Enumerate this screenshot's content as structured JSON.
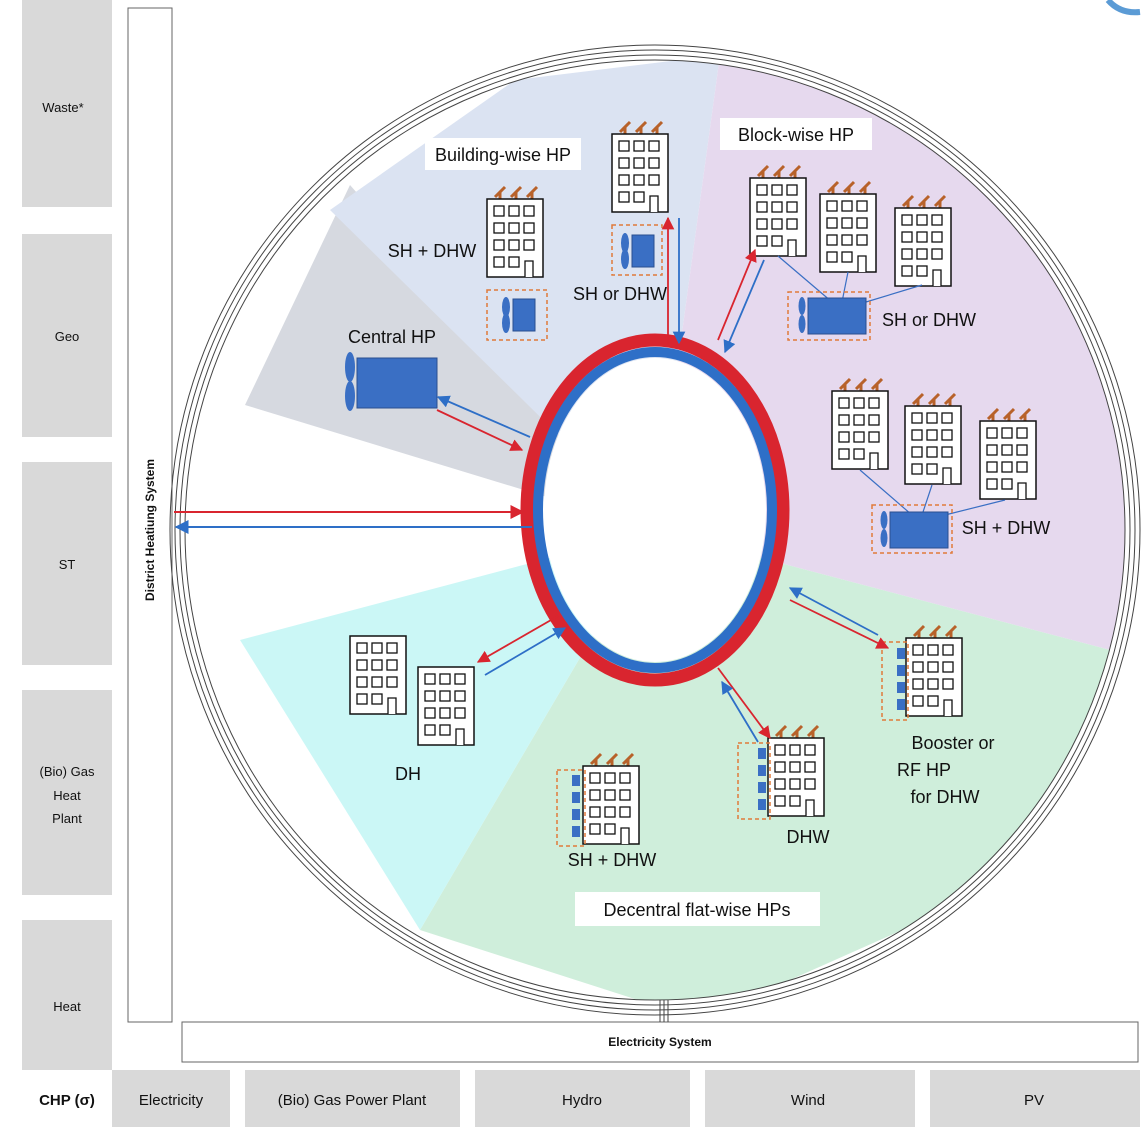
{
  "left_sources": [
    "Waste*",
    "Geo",
    "ST",
    "(Bio) Gas Heat Plant",
    "Heat"
  ],
  "bottom_sources": [
    "Electricity",
    "(Bio) Gas Power Plant",
    "Hydro",
    "Wind",
    "PV"
  ],
  "chp_label": "CHP (σ)",
  "district_heating_label": "District Heatiung System",
  "electricity_system_label": "Electricity System",
  "sectors": {
    "building_wise": "Building-wise HP",
    "block_wise": "Block-wise HP",
    "central": "Central HP",
    "dh": "DH",
    "decentral": "Decentral flat-wise HPs"
  },
  "labels": {
    "sh_dhw_building": "SH + DHW",
    "sh_or_dhw_building": "SH or DHW",
    "sh_or_dhw_block": "SH or DHW",
    "sh_dhw_block": "SH + DHW",
    "booster_1": "Booster or",
    "booster_2": "RF HP",
    "booster_3": "for DHW",
    "dhw_flat": "DHW",
    "sh_dhw_flat": "SH + DHW"
  },
  "colors": {
    "supply_red": "#d9252f",
    "return_blue": "#2e6fc7",
    "building_wise_bg": "#dbe3f2",
    "block_wise_bg": "#e6d9ee",
    "central_bg": "#d6d9e0",
    "dh_bg": "#cbf7f6",
    "decentral_bg": "#cfeedb",
    "source_box": "#d9d9d9",
    "hp_unit": "#3a6fc4",
    "solar": "#b8622a"
  }
}
